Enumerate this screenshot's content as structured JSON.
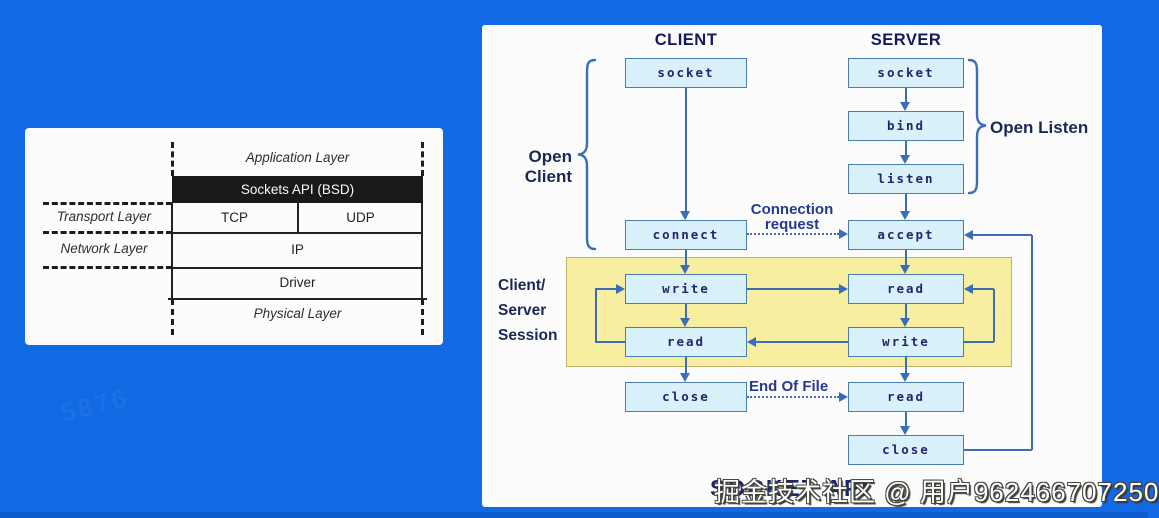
{
  "page": {
    "background_color": "#1169e3",
    "watermark": "掘金技术社区 @ 用户962466707250",
    "caption_behind_watermark": "SOCKET API",
    "ghost_watermark": "5876"
  },
  "stack": {
    "application_layer": "Application Layer",
    "sockets_api": "Sockets API (BSD)",
    "transport_layer": "Transport Layer",
    "network_layer": "Network Layer",
    "tcp": "TCP",
    "udp": "UDP",
    "ip": "IP",
    "driver": "Driver",
    "physical_layer": "Physical Layer"
  },
  "flow": {
    "client_title": "CLIENT",
    "server_title": "SERVER",
    "client_boxes": [
      "socket",
      "connect",
      "write",
      "read",
      "close"
    ],
    "server_boxes": [
      "socket",
      "bind",
      "listen",
      "accept",
      "read",
      "write",
      "read",
      "close"
    ],
    "labels": {
      "open_client": "Open Client",
      "open_listen": "Open Listen",
      "connection_request_line1": "Connection",
      "connection_request_line2": "request",
      "session_line1": "Client/",
      "session_line2": "Server",
      "session_line3": "Session",
      "end_of_file": "End Of File"
    },
    "colors": {
      "box_fill": "#d9f1fb",
      "box_border": "#4a7cb0",
      "arrow_blue": "#3a6fb7",
      "label_navy": "#1c2756",
      "session_yellow": "#f7ef9f",
      "panel_white": "#fcfcfd"
    }
  }
}
